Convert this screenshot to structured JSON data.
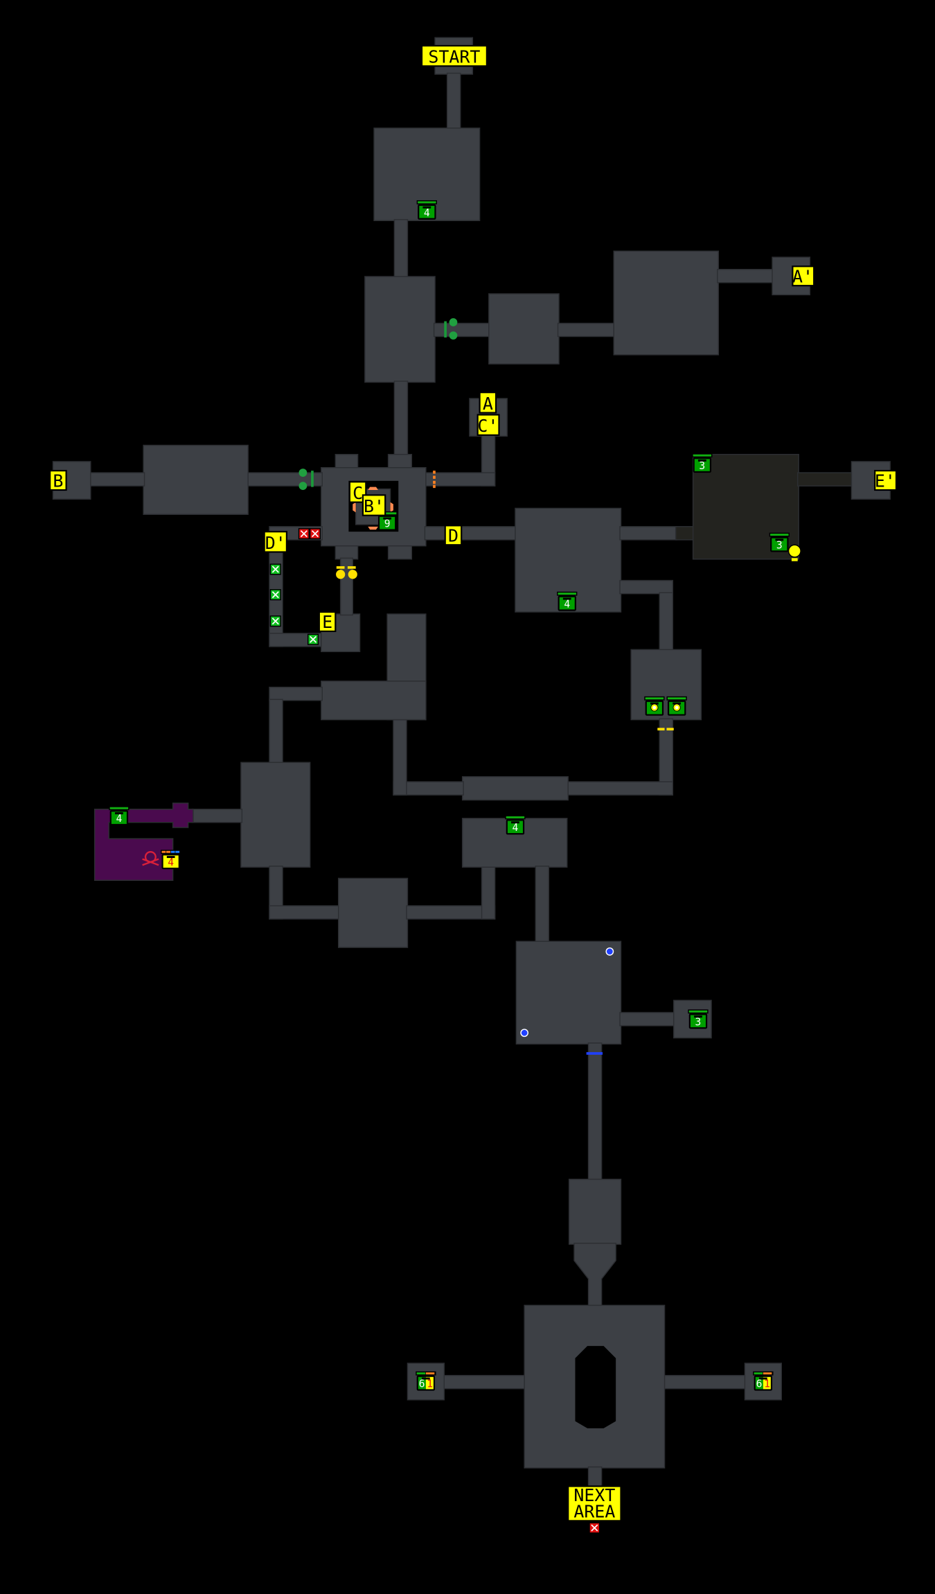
{
  "map": {
    "title": "Dungeon floor map",
    "labels": {
      "start": "START",
      "a": "A",
      "a_prime": "A'",
      "b": "B",
      "b_prime": "B'",
      "c": "C",
      "c_prime": "C'",
      "d": "D",
      "d_prime": "D'",
      "e": "E",
      "e_prime": "E'",
      "next_area_line1": "NEXT",
      "next_area_line2": "AREA"
    },
    "chests": [
      {
        "id": "start-room",
        "type": "green",
        "count": "4"
      },
      {
        "id": "hub-center",
        "type": "green",
        "count": "9"
      },
      {
        "id": "dark-room-top",
        "type": "green",
        "count": "3"
      },
      {
        "id": "dark-room-bottom",
        "type": "green",
        "count": "3"
      },
      {
        "id": "d-room",
        "type": "green",
        "count": "4"
      },
      {
        "id": "east-room-left",
        "type": "green-orb",
        "count": ""
      },
      {
        "id": "east-room-right",
        "type": "green-orb",
        "count": ""
      },
      {
        "id": "purple-corridor",
        "type": "green",
        "count": "4"
      },
      {
        "id": "purple-room",
        "type": "yellow",
        "count": "4"
      },
      {
        "id": "south-room",
        "type": "green",
        "count": "4"
      },
      {
        "id": "side-east",
        "type": "green",
        "count": "3"
      },
      {
        "id": "final-west",
        "type": "split",
        "count": "6",
        "count2": "1"
      },
      {
        "id": "final-east",
        "type": "split",
        "count": "6",
        "count2": "1"
      }
    ],
    "colors": {
      "room": "#3d4045",
      "dark_room": "#23231f",
      "poison_room": "#4a0a4e",
      "label": "#ffff00",
      "chest_green": "#00a000",
      "chest_yellow": "#ffff00"
    }
  }
}
